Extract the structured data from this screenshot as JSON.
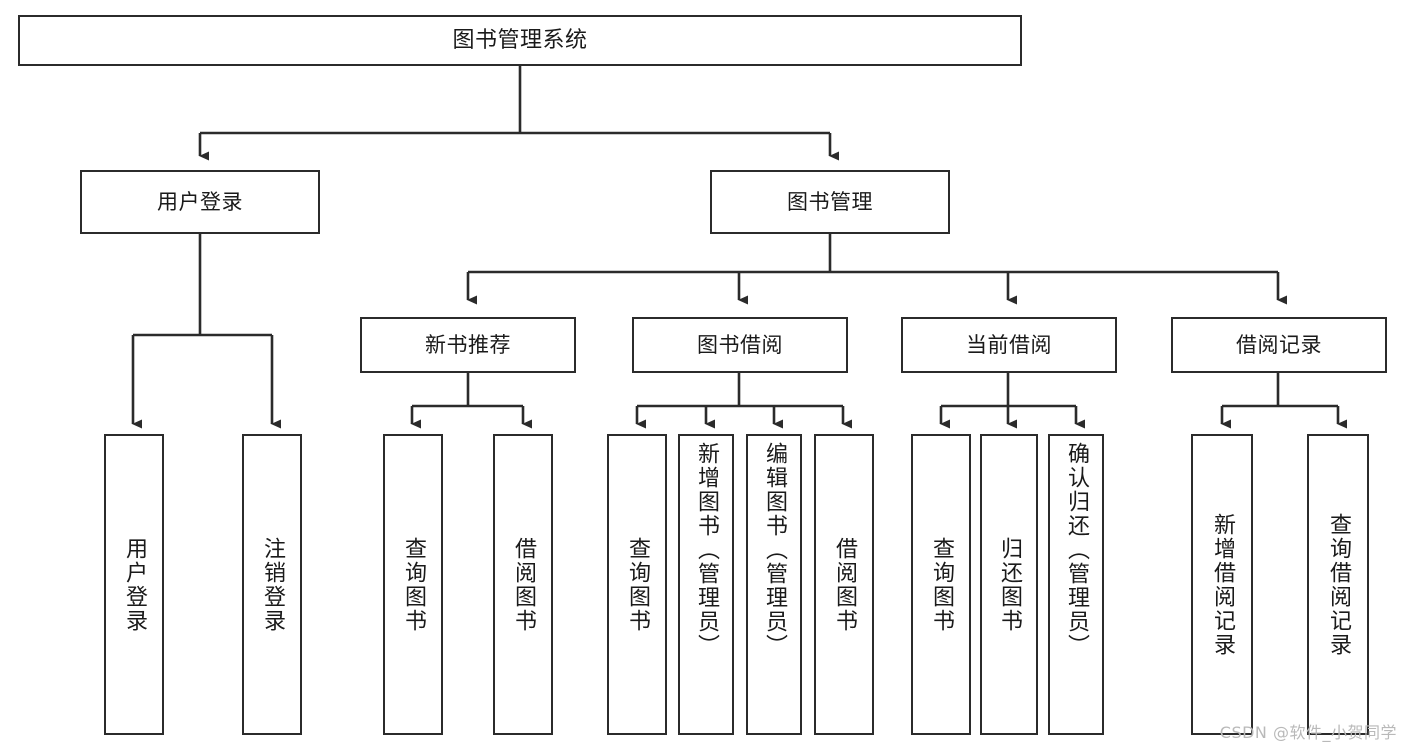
{
  "title": "图书管理系统",
  "watermark": "CSDN @软件_小贺同学",
  "colors": {
    "stroke": "#2b2b2b",
    "fill": "#ffffff",
    "text": "#1a1a1a",
    "watermark": "#b9b9b9"
  },
  "chart_data": {
    "type": "diagram",
    "diagram_type": "tree",
    "title": "图书管理系统",
    "orientation": "top-down",
    "edge_style": "orthogonal-with-arrowheads",
    "nodes": [
      {
        "id": "root",
        "label": "图书管理系统",
        "level": 0,
        "orientation": "horizontal"
      },
      {
        "id": "user-login",
        "label": "用户登录",
        "level": 1,
        "orientation": "horizontal"
      },
      {
        "id": "book-manage",
        "label": "图书管理",
        "level": 1,
        "orientation": "horizontal"
      },
      {
        "id": "new-book-rec",
        "label": "新书推荐",
        "level": 2,
        "orientation": "horizontal"
      },
      {
        "id": "book-borrow",
        "label": "图书借阅",
        "level": 2,
        "orientation": "horizontal"
      },
      {
        "id": "current-borrow",
        "label": "当前借阅",
        "level": 2,
        "orientation": "horizontal"
      },
      {
        "id": "borrow-record",
        "label": "借阅记录",
        "level": 2,
        "orientation": "horizontal"
      },
      {
        "id": "leaf-login",
        "label": "用户登录",
        "level": 2,
        "orientation": "vertical"
      },
      {
        "id": "leaf-logout",
        "label": "注销登录",
        "level": 2,
        "orientation": "vertical"
      },
      {
        "id": "leaf-q1",
        "label": "查询图书",
        "level": 3,
        "orientation": "vertical"
      },
      {
        "id": "leaf-b1",
        "label": "借阅图书",
        "level": 3,
        "orientation": "vertical"
      },
      {
        "id": "leaf-q2",
        "label": "查询图书",
        "level": 3,
        "orientation": "vertical"
      },
      {
        "id": "leaf-add-book",
        "label": "新增图书（管理员）",
        "level": 3,
        "orientation": "vertical"
      },
      {
        "id": "leaf-edit-book",
        "label": "编辑图书（管理员）",
        "level": 3,
        "orientation": "vertical"
      },
      {
        "id": "leaf-b2",
        "label": "借阅图书",
        "level": 3,
        "orientation": "vertical"
      },
      {
        "id": "leaf-q3",
        "label": "查询图书",
        "level": 3,
        "orientation": "vertical"
      },
      {
        "id": "leaf-return",
        "label": "归还图书",
        "level": 3,
        "orientation": "vertical"
      },
      {
        "id": "leaf-confirm",
        "label": "确认归还（管理员）",
        "level": 3,
        "orientation": "vertical"
      },
      {
        "id": "leaf-add-rec",
        "label": "新增借阅记录",
        "level": 3,
        "orientation": "vertical"
      },
      {
        "id": "leaf-query-rec",
        "label": "查询借阅记录",
        "level": 3,
        "orientation": "vertical"
      }
    ],
    "edges": [
      {
        "from": "root",
        "to": "user-login"
      },
      {
        "from": "root",
        "to": "book-manage"
      },
      {
        "from": "user-login",
        "to": "leaf-login"
      },
      {
        "from": "user-login",
        "to": "leaf-logout"
      },
      {
        "from": "book-manage",
        "to": "new-book-rec"
      },
      {
        "from": "book-manage",
        "to": "book-borrow"
      },
      {
        "from": "book-manage",
        "to": "current-borrow"
      },
      {
        "from": "book-manage",
        "to": "borrow-record"
      },
      {
        "from": "new-book-rec",
        "to": "leaf-q1"
      },
      {
        "from": "new-book-rec",
        "to": "leaf-b1"
      },
      {
        "from": "book-borrow",
        "to": "leaf-q2"
      },
      {
        "from": "book-borrow",
        "to": "leaf-add-book"
      },
      {
        "from": "book-borrow",
        "to": "leaf-edit-book"
      },
      {
        "from": "book-borrow",
        "to": "leaf-b2"
      },
      {
        "from": "current-borrow",
        "to": "leaf-q3"
      },
      {
        "from": "current-borrow",
        "to": "leaf-return"
      },
      {
        "from": "current-borrow",
        "to": "leaf-confirm"
      },
      {
        "from": "borrow-record",
        "to": "leaf-add-rec"
      },
      {
        "from": "borrow-record",
        "to": "leaf-query-rec"
      }
    ]
  }
}
